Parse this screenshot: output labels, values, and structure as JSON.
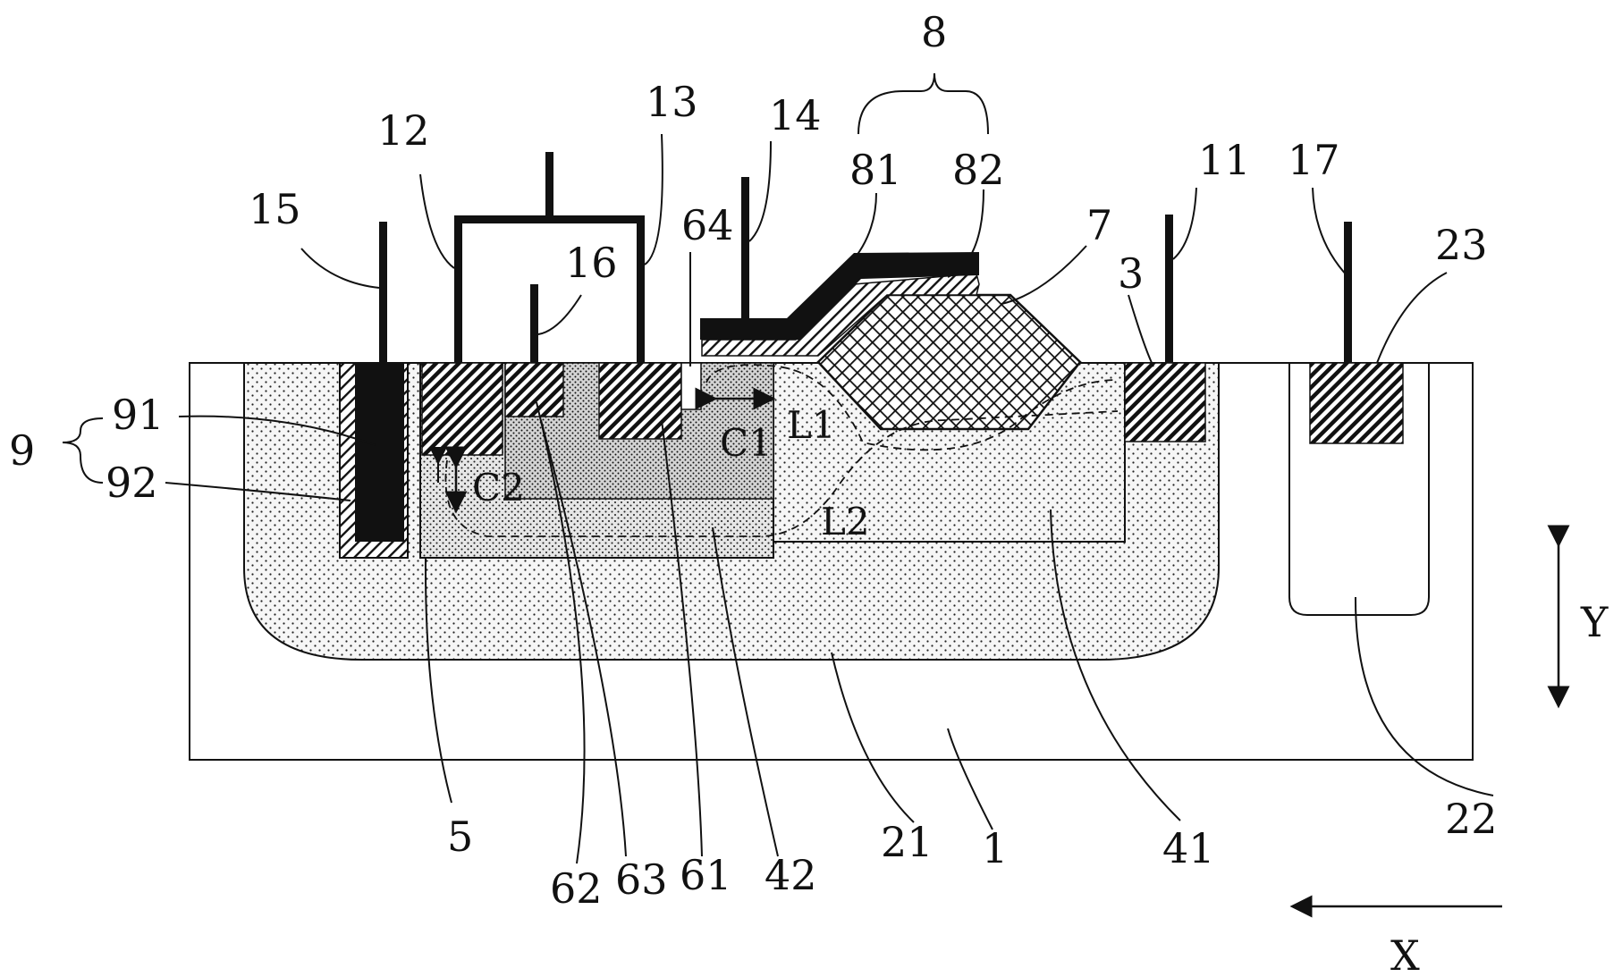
{
  "labels": {
    "n1": "1",
    "n3": "3",
    "n5": "5",
    "n7": "7",
    "n8": "8",
    "n9": "9",
    "n11": "11",
    "n12": "12",
    "n13": "13",
    "n14": "14",
    "n15": "15",
    "n16": "16",
    "n17": "17",
    "n21": "21",
    "n22": "22",
    "n23": "23",
    "n41": "41",
    "n42": "42",
    "n61": "61",
    "n62": "62",
    "n63": "63",
    "n64": "64",
    "n81": "81",
    "n82": "82",
    "n91": "91",
    "n92": "92",
    "c1": "C1",
    "c2": "C2",
    "l1": "L1",
    "l2": "L2",
    "axis_x": "X",
    "axis_y": "Y"
  },
  "colors": {
    "ink": "#111111",
    "background": "#ffffff",
    "dot_light": "#f4f4f4",
    "dot_mid": "#e4e4e4",
    "metal_fill": "#111111"
  }
}
